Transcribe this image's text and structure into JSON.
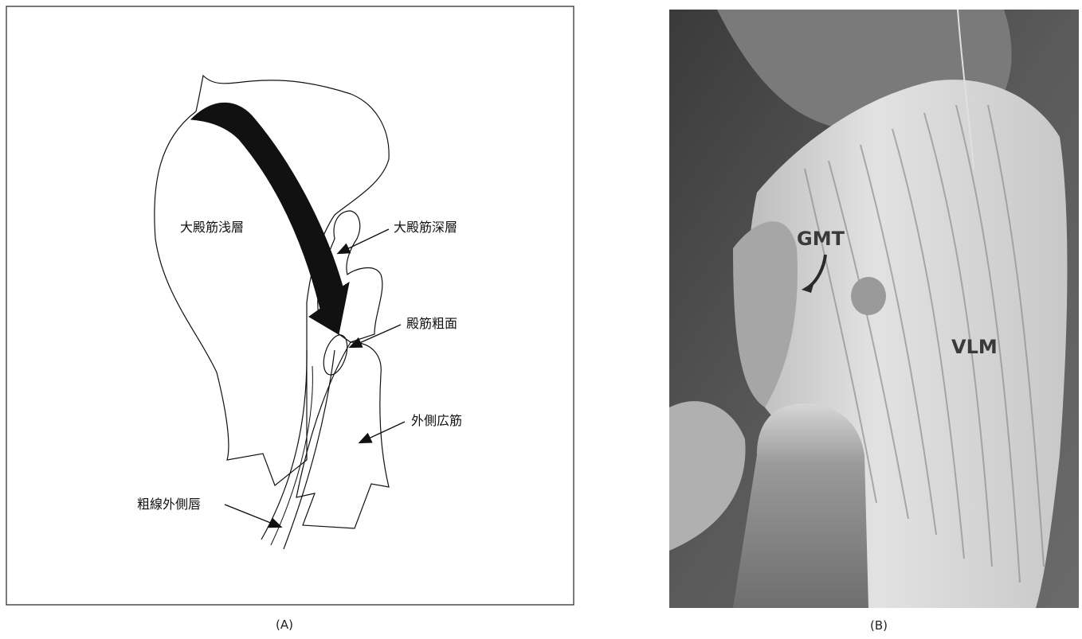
{
  "panel_a": {
    "caption": "(A)",
    "labels": {
      "gm_superficial": "大殿筋浅層",
      "gm_deep": "大殿筋深層",
      "gluteal_tuberosity": "殿筋粗面",
      "vastus_lateralis": "外側広筋",
      "linea_aspera_lateral_lip": "粗線外側唇"
    }
  },
  "panel_b": {
    "caption": "(B)",
    "labels": {
      "gmt": "GMT",
      "vlm": "VLM"
    }
  },
  "colors": {
    "line": "#111111",
    "photo_dark": "#3c3c3c",
    "photo_light": "#d8d8d8"
  }
}
